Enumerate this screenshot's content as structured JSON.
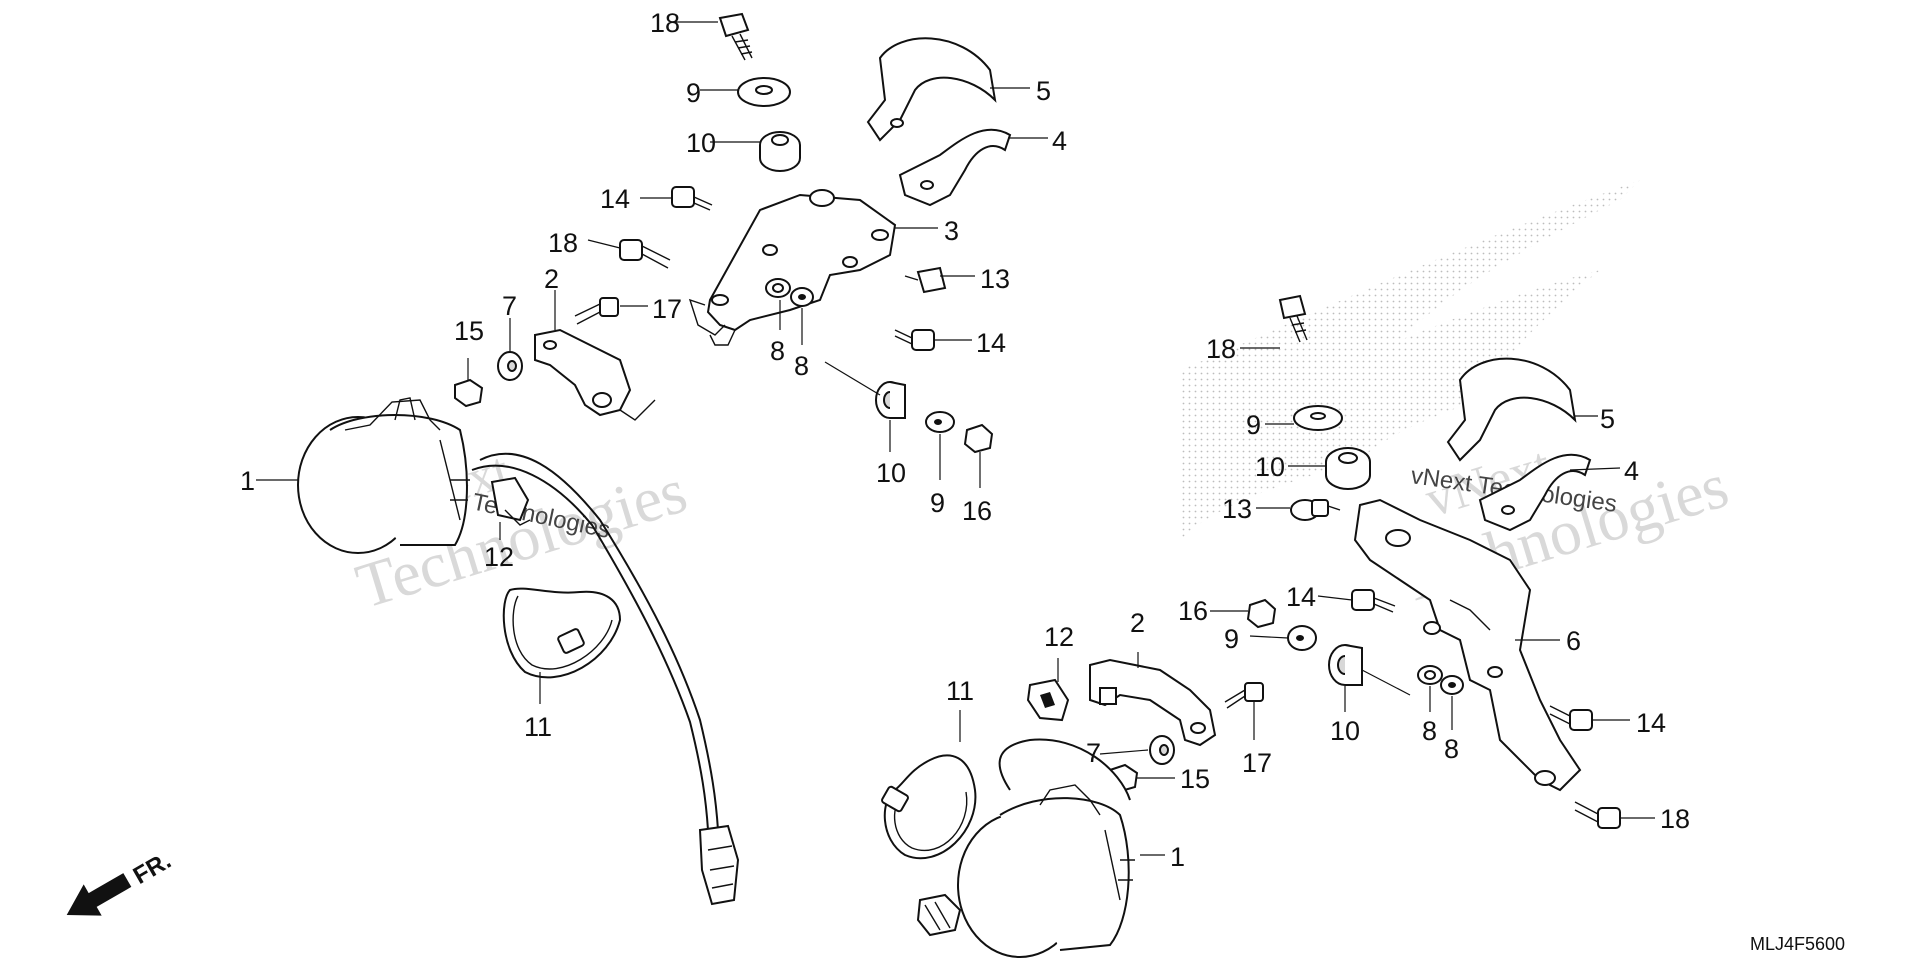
{
  "watermark": {
    "line1": "vNext",
    "line2": "Technologies",
    "small": "vNext Technologies"
  },
  "diagram_code": "MLJ4F5600",
  "front_marker": "FR.",
  "left_callouts": [
    {
      "id": "18",
      "text": "18"
    },
    {
      "id": "9",
      "text": "9"
    },
    {
      "id": "10",
      "text": "10"
    },
    {
      "id": "5",
      "text": "5"
    },
    {
      "id": "4",
      "text": "4"
    },
    {
      "id": "14a",
      "text": "14"
    },
    {
      "id": "3",
      "text": "3"
    },
    {
      "id": "18b",
      "text": "18"
    },
    {
      "id": "13",
      "text": "13"
    },
    {
      "id": "2",
      "text": "2"
    },
    {
      "id": "7",
      "text": "7"
    },
    {
      "id": "17",
      "text": "17"
    },
    {
      "id": "15",
      "text": "15"
    },
    {
      "id": "14b",
      "text": "14"
    },
    {
      "id": "8a",
      "text": "8"
    },
    {
      "id": "8b",
      "text": "8"
    },
    {
      "id": "1",
      "text": "1"
    },
    {
      "id": "10b",
      "text": "10"
    },
    {
      "id": "9b",
      "text": "9"
    },
    {
      "id": "16",
      "text": "16"
    },
    {
      "id": "12",
      "text": "12"
    },
    {
      "id": "11",
      "text": "11"
    }
  ],
  "right_callouts": [
    {
      "id": "18",
      "text": "18"
    },
    {
      "id": "5",
      "text": "5"
    },
    {
      "id": "9",
      "text": "9"
    },
    {
      "id": "4",
      "text": "4"
    },
    {
      "id": "10",
      "text": "10"
    },
    {
      "id": "13",
      "text": "13"
    },
    {
      "id": "14a",
      "text": "14"
    },
    {
      "id": "16",
      "text": "16"
    },
    {
      "id": "2",
      "text": "2"
    },
    {
      "id": "6",
      "text": "6"
    },
    {
      "id": "12",
      "text": "12"
    },
    {
      "id": "9b",
      "text": "9"
    },
    {
      "id": "11",
      "text": "11"
    },
    {
      "id": "10b",
      "text": "10"
    },
    {
      "id": "14b",
      "text": "14"
    },
    {
      "id": "8a",
      "text": "8"
    },
    {
      "id": "7",
      "text": "7"
    },
    {
      "id": "15",
      "text": "15"
    },
    {
      "id": "17",
      "text": "17"
    },
    {
      "id": "8b",
      "text": "8"
    },
    {
      "id": "18b",
      "text": "18"
    },
    {
      "id": "1",
      "text": "1"
    }
  ]
}
